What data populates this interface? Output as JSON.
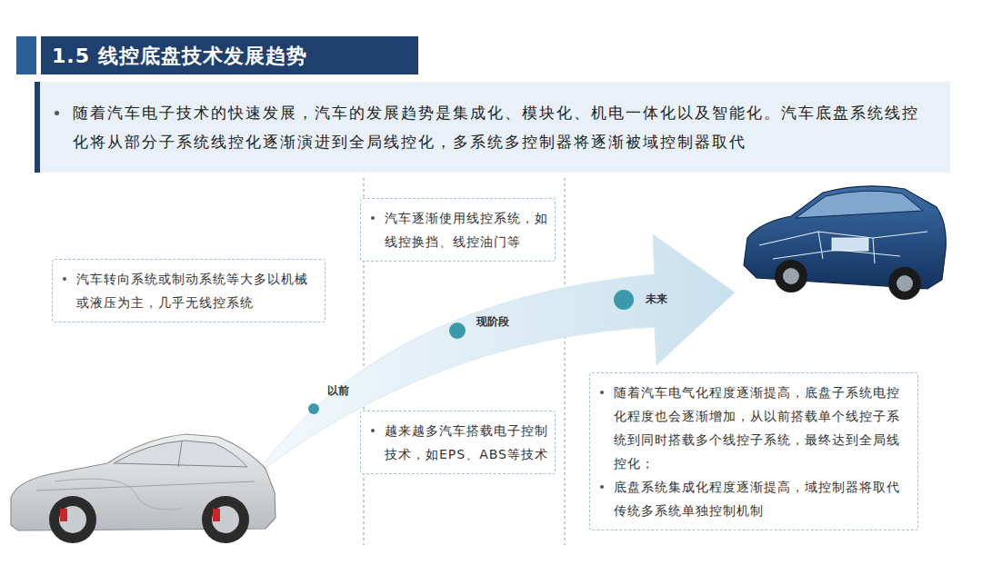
{
  "diagram": {
    "title": "1.5 线控底盘技术发展趋势",
    "nodes": [
      {
        "text": [
          "随着汽车电子技术的快速发展，汽车的发展趋势是集成化、模块化、机电一体化以及智能化。汽车底盘系统线控化将从部分子系统线控化逐渐演进到全局线控化，多系统多控制器将逐渐被域控制器取代"
        ]
      },
      {
        "text": [
          "汽车转向系统或制动系统等大多以机械或液压为主，几乎无线控系统"
        ]
      },
      {
        "text": [
          "汽车逐渐使用线控系统，如线控换挡、线控油门等"
        ]
      },
      {
        "text": [
          "越来越多汽车搭载电子控制技术，如EPS、ABS等技术"
        ]
      },
      {
        "text": [
          "随着汽车电气化程度逐渐提高，底盘子系统电控化程度也会逐渐增加，从以前搭载单个线控子系统到同时搭载多个线控子系统，最终达到全局线控化；",
          "底盘系统集成化程度逐渐提高，域控制器将取代传统多系统单独控制机制"
        ]
      }
    ],
    "labels": [
      "以前",
      "现阶段",
      "未来"
    ]
  }
}
